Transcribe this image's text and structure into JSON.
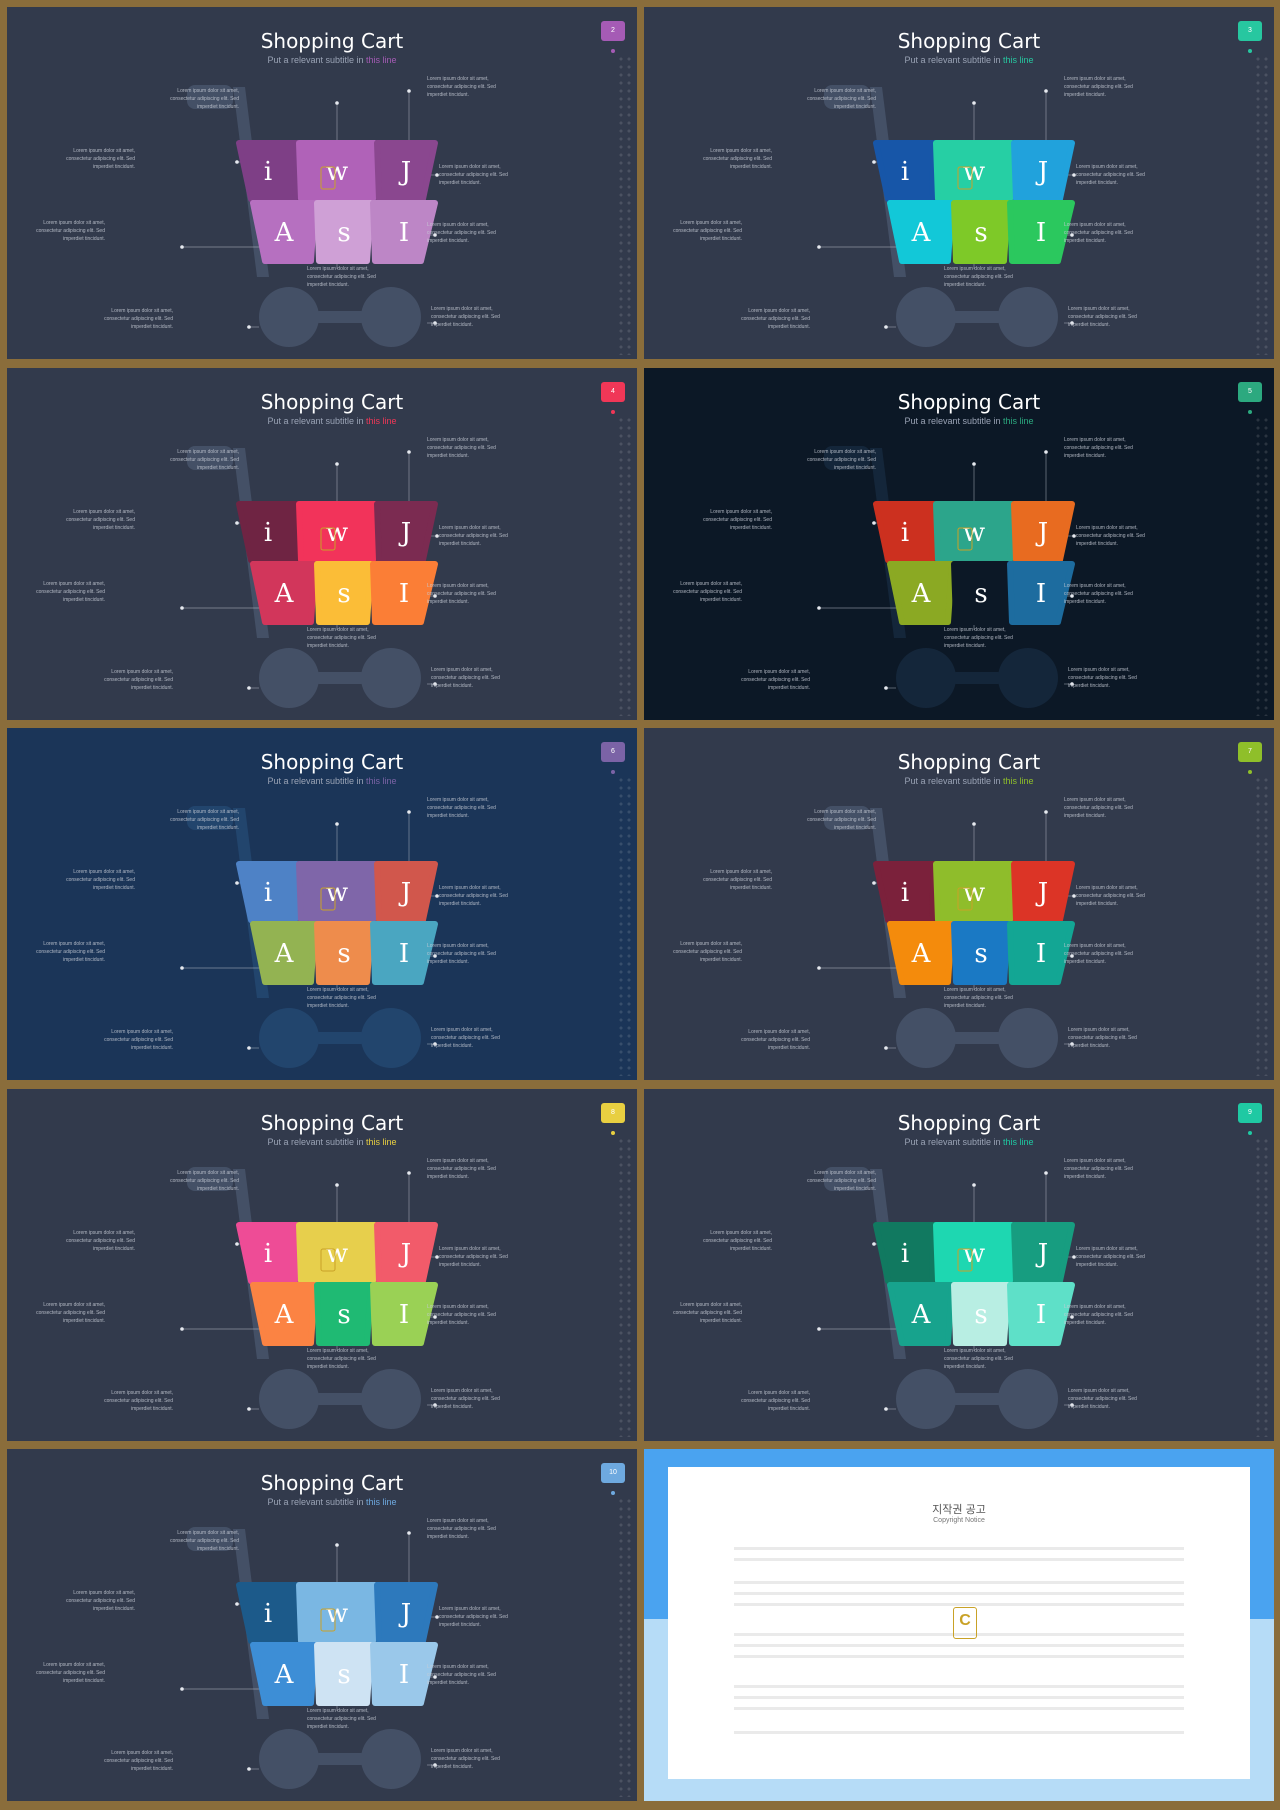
{
  "slide_title": "Shopping Cart",
  "subtitle_prefix": "Put a relevant subtitle in ",
  "subtitle_highlight": "this line",
  "tile_letters": [
    "i",
    "w",
    "J",
    "A",
    "s",
    "I"
  ],
  "annotation_lines": [
    "Lorem ipsum dolor sit amet,",
    "consectetur adipiscing elit. Sed",
    "imperdiet tincidunt."
  ],
  "slides": [
    {
      "number": "2",
      "bg": "#323a4c",
      "accent": "#a55bb5",
      "cart": "#445066",
      "tiles": [
        "#7e3f86",
        "#b062b8",
        "#8a478f",
        "#b670c0",
        "#cfa0d6",
        "#bd86c6"
      ]
    },
    {
      "number": "3",
      "bg": "#323a4c",
      "accent": "#27c7a0",
      "cart": "#445066",
      "tiles": [
        "#1756a8",
        "#26cfa4",
        "#21a2dc",
        "#12c8d8",
        "#7ec928",
        "#2bc85e"
      ]
    },
    {
      "number": "4",
      "bg": "#323a4c",
      "accent": "#f03757",
      "cart": "#445066",
      "tiles": [
        "#6f2443",
        "#f2335a",
        "#7b2b51",
        "#d2365b",
        "#fbbd37",
        "#fb7e36"
      ]
    },
    {
      "number": "5",
      "bg": "#0c1826",
      "accent": "#2ca97f",
      "cart": "#14263a",
      "tiles": [
        "#cc301f",
        "#2ca58b",
        "#e86b20",
        "#8ba923",
        "#0c1826",
        "#1d6c9f"
      ]
    },
    {
      "number": "6",
      "bg": "#1b3558",
      "accent": "#7b63a6",
      "cart": "#22456d",
      "tiles": [
        "#4e82c6",
        "#7f66a9",
        "#d1574c",
        "#93b352",
        "#ee8c4c",
        "#4aa6c1"
      ]
    },
    {
      "number": "7",
      "bg": "#323a4c",
      "accent": "#8fbf2a",
      "cart": "#445066",
      "tiles": [
        "#7b213b",
        "#8fbd2b",
        "#dc3426",
        "#f48b0c",
        "#1a79c4",
        "#13a694"
      ]
    },
    {
      "number": "8",
      "bg": "#323a4c",
      "accent": "#e8cf41",
      "cart": "#445066",
      "tiles": [
        "#ee4c96",
        "#e7cf4c",
        "#f25b6a",
        "#fb8343",
        "#1fba73",
        "#9ad155"
      ]
    },
    {
      "number": "9",
      "bg": "#323a4c",
      "accent": "#1fc9a3",
      "cart": "#445066",
      "tiles": [
        "#117960",
        "#1ed7b1",
        "#179d80",
        "#17a38d",
        "#b8eee3",
        "#5ee0c8"
      ]
    },
    {
      "number": "10",
      "bg": "#323a4c",
      "accent": "#6ea9df",
      "cart": "#445066",
      "tiles": [
        "#1c5a8a",
        "#7ab7e3",
        "#2d79bc",
        "#3d8ed6",
        "#cee3f3",
        "#9ac8ea"
      ]
    }
  ],
  "copyright": {
    "title": "지작권 공고",
    "subtitle": "Copyright Notice",
    "logo_letter": "C"
  }
}
